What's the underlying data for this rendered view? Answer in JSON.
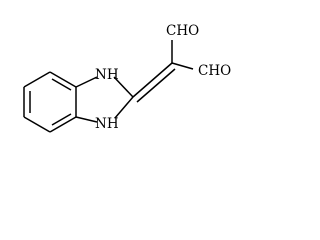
{
  "molecule": {
    "atom_labels": {
      "n_top": "NH",
      "n_bottom": "NH",
      "cho_top": "CHO",
      "cho_bottom": "CHO"
    },
    "colors": {
      "bond": "#000000",
      "text": "#000000",
      "background": "#ffffff"
    }
  }
}
